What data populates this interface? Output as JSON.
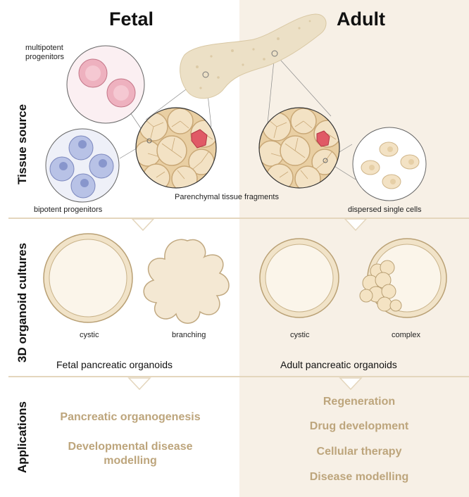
{
  "columns": {
    "fetal": "Fetal",
    "adult": "Adult"
  },
  "rows": {
    "tissue_source": "Tissue source",
    "organoid_cultures": "3D organoid cultures",
    "applications": "Applications"
  },
  "tissue_labels": {
    "multipotent": "multipotent\nprogenitors",
    "bipotent": "bipotent progenitors",
    "parenchymal": "Parenchymal tissue fragments",
    "dispersed": "dispersed single cells"
  },
  "organoid_labels": {
    "fetal_cystic": "cystic",
    "fetal_branching": "branching",
    "adult_cystic": "cystic",
    "adult_complex": "complex"
  },
  "organoid_titles": {
    "fetal": "Fetal pancreatic organoids",
    "adult": "Adult pancreatic organoids"
  },
  "applications": {
    "fetal": [
      "Pancreatic organogenesis",
      "Developmental disease\nmodelling"
    ],
    "adult": [
      "Regeneration",
      "Drug development",
      "Cellular therapy",
      "Disease modelling"
    ]
  },
  "colors": {
    "accent_text": "#bda57c",
    "tissue_fill": "#f3e6cf",
    "organoid_fill": "#f8efe0",
    "adult_background": "#f7f0e6"
  }
}
